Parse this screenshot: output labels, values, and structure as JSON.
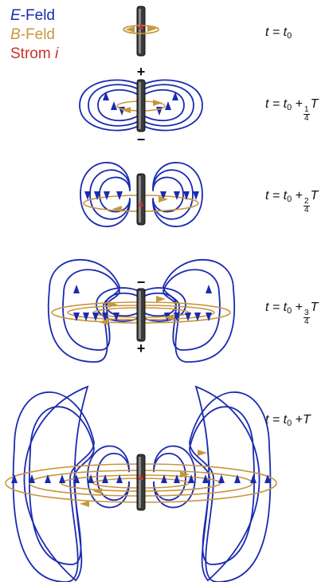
{
  "legend": {
    "e_letter": "E",
    "e_text": "-Feld",
    "b_letter": "B",
    "b_text": "-Feld",
    "i_text": "Strom ",
    "i_letter": "i"
  },
  "labels": [
    {
      "pre": "t = t",
      "sub": "0",
      "plus": "",
      "num": "",
      "den": "",
      "post": ""
    },
    {
      "pre": "t = t",
      "sub": "0",
      "plus": " +",
      "num": "1",
      "den": "4",
      "post": "T"
    },
    {
      "pre": "t = t",
      "sub": "0",
      "plus": " +",
      "num": "2",
      "den": "4",
      "post": "T"
    },
    {
      "pre": "t = t",
      "sub": "0",
      "plus": " +",
      "num": "3",
      "den": "4",
      "post": "T"
    },
    {
      "pre": "t = t",
      "sub": "0",
      "plus": " +",
      "num": "",
      "den": "",
      "post": "T"
    }
  ],
  "signs": {
    "plus": "+",
    "minus": "−"
  },
  "colors": {
    "e_field": "#1a2bb0",
    "b_field": "#c8963e",
    "current": "#c9332c",
    "rod": "#3a3a3a"
  }
}
